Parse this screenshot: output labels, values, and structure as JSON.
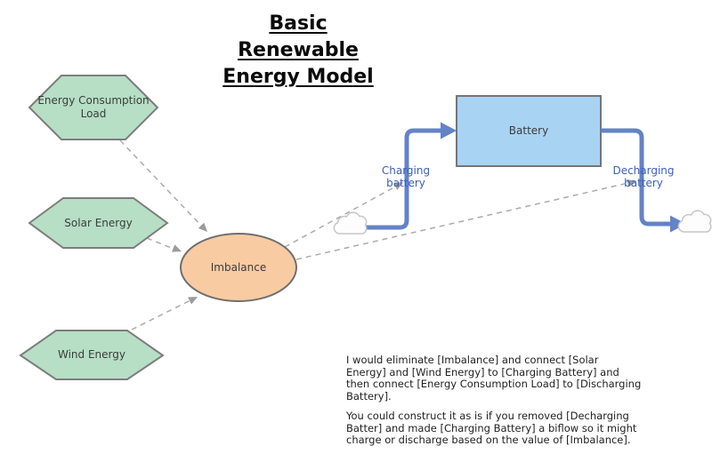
{
  "title": {
    "lines": [
      "Basic",
      "Renewable",
      "Energy Model"
    ]
  },
  "nodes": {
    "energy_consumption_load": {
      "type": "hexagon",
      "lines": [
        "Energy Consumption",
        "Load"
      ]
    },
    "solar_energy": {
      "type": "hexagon",
      "lines": [
        "Solar Energy"
      ]
    },
    "wind_energy": {
      "type": "hexagon",
      "lines": [
        "Wind Energy"
      ]
    },
    "imbalance": {
      "type": "ellipse",
      "lines": [
        "Imbalance"
      ]
    },
    "battery": {
      "type": "stock-rectangle",
      "lines": [
        "Battery"
      ]
    }
  },
  "flows": {
    "charging": {
      "lines": [
        "Charging",
        "battery"
      ]
    },
    "discharging": {
      "lines": [
        "Decharging",
        "battery"
      ]
    }
  },
  "links": [
    {
      "from": "Energy Consumption Load",
      "to": "Imbalance"
    },
    {
      "from": "Solar Energy",
      "to": "Imbalance"
    },
    {
      "from": "Wind Energy",
      "to": "Imbalance"
    },
    {
      "from": "Imbalance",
      "to": "Charging battery"
    },
    {
      "from": "Imbalance",
      "to": "Decharging battery"
    }
  ],
  "notes": {
    "p1_lines": [
      "I would eliminate [Imbalance] and connect [Solar",
      "Energy] and [Wind Energy] to [Charging Battery] and",
      "then connect [Energy Consumption Load] to [Discharging",
      "Battery]."
    ],
    "p2_lines": [
      "You could construct it as is if you removed [Decharging",
      "Batter] and made [Charging Battery] a biflow so it might",
      "charge or discharge based on the value of [Imbalance]."
    ]
  },
  "colors": {
    "hexagon_fill": "#b6dfc5",
    "hexagon_border": "#7d7d7d",
    "converter_fill": "#f9cba2",
    "converter_border": "#6f6f6f",
    "stock_fill": "#a9d3f3",
    "stock_border": "#757575",
    "flow_pipe_blue": "#6383c7",
    "flow_label_blue": "#3a5fc0",
    "connector_gray": "#ababab",
    "arrowhead_gray": "#9b9b9b",
    "cloud_border": "#c6c6c6"
  }
}
